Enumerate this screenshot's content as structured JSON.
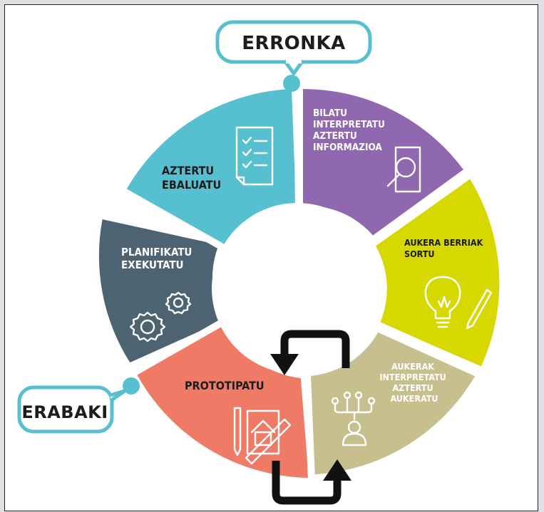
{
  "diagram": {
    "start_bubble": "ERRONKA",
    "end_bubble": "ERABAKI",
    "segments": [
      {
        "id": "search",
        "lines": [
          "BILATU",
          "INTERPRETATU",
          "AZTERTU",
          "INFORMAZIOA"
        ],
        "color": "#9068b0",
        "icon": "document-search-icon"
      },
      {
        "id": "ideas",
        "lines": [
          "AUKERA BERRIAK",
          "SORTU"
        ],
        "color": "#d6d800",
        "icon": "lightbulb-pencil-icon"
      },
      {
        "id": "options",
        "lines": [
          "AUKERAK",
          "INTERPRETATU",
          "AZTERTU",
          "AUKERATU"
        ],
        "color": "#c7bf8d",
        "icon": "person-choice-icon"
      },
      {
        "id": "prototype",
        "lines": [
          "PROTOTIPATU"
        ],
        "color": "#ef7b67",
        "icon": "blueprint-icon"
      },
      {
        "id": "plan",
        "lines": [
          "PLANIFIKATU",
          "EXEKUTATU"
        ],
        "color": "#4e6372",
        "icon": "gears-icon"
      },
      {
        "id": "evaluate",
        "lines": [
          "AZTERTU",
          "EBALUATU"
        ],
        "color": "#56c0d1",
        "icon": "checklist-icon"
      }
    ],
    "accent_color": "#56c0d1"
  }
}
